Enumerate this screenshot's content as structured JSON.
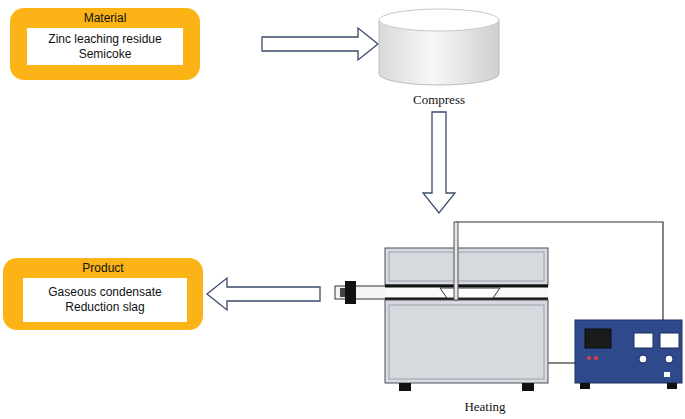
{
  "diagram": {
    "nodes": [
      {
        "text": [
          "Material"
        ]
      },
      {
        "text": [
          "Zinc leaching residue",
          "Semicoke"
        ],
        "in": 0
      },
      {
        "text": [
          "Compress"
        ]
      },
      {
        "text": [
          "Heating"
        ]
      },
      {
        "text": [
          "Product"
        ]
      },
      {
        "text": [
          "Gaseous condensate",
          "Reduction slag"
        ],
        "in": 4
      }
    ],
    "edges": [
      {
        "from": 0,
        "to": 2,
        "arrow": "to"
      },
      {
        "from": 2,
        "to": 3,
        "arrow": "to"
      },
      {
        "from": 3,
        "to": 4,
        "arrow": "to"
      }
    ]
  }
}
